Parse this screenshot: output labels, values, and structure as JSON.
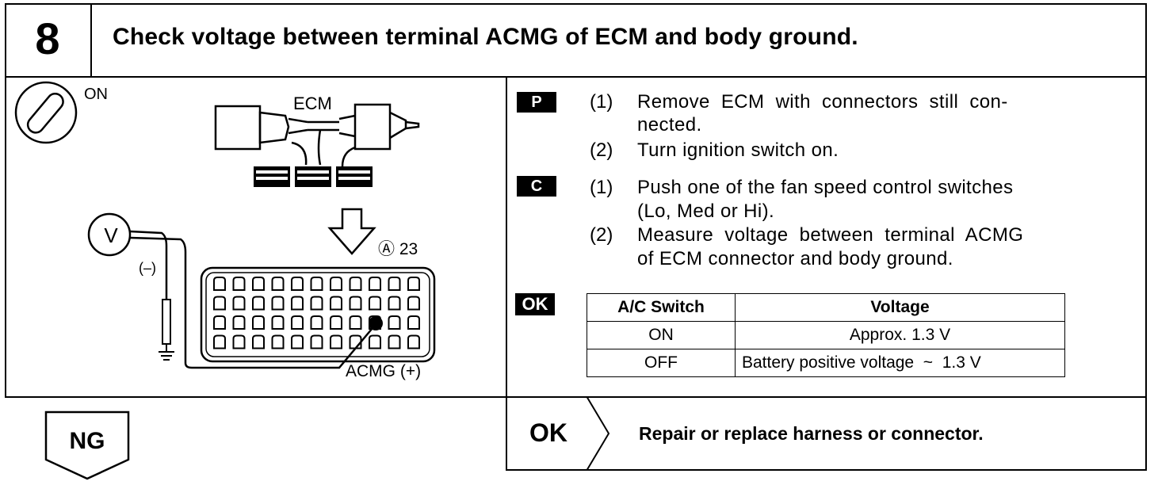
{
  "step": {
    "number": "8",
    "title": "Check voltage between terminal ACMG of ECM and body ground."
  },
  "diagram": {
    "ignition_label": "ON",
    "ecm_label": "ECM",
    "meter_label": "V",
    "negative_label": "(–)",
    "connector_label": "Ⓐ  23",
    "terminal_label": "ACMG (+)"
  },
  "instructions": {
    "p_badge": "P",
    "p_items": [
      {
        "num": "(1)",
        "text_line1": "Remove  ECM  with  connectors  still  con-",
        "text_line2": "nected."
      },
      {
        "num": "(2)",
        "text_line1": "Turn ignition switch on."
      }
    ],
    "c_badge": "C",
    "c_items": [
      {
        "num": "(1)",
        "text_line1": "Push one of the fan speed control switches",
        "text_line2": "(Lo, Med or Hi)."
      },
      {
        "num": "(2)",
        "text_line1": "Measure  voltage  between  terminal  ACMG",
        "text_line2": "of ECM connector and body ground."
      }
    ],
    "ok_badge": "OK"
  },
  "spec_table": {
    "headers": [
      "A/C Switch",
      "Voltage"
    ],
    "rows": [
      [
        "ON",
        "Approx. 1.3 V"
      ],
      [
        "OFF",
        "Battery positive voltage  ~  1.3 V"
      ]
    ]
  },
  "results": {
    "ng_label": "NG",
    "ok_label": "OK",
    "ok_action": "Repair or replace harness or connector."
  }
}
